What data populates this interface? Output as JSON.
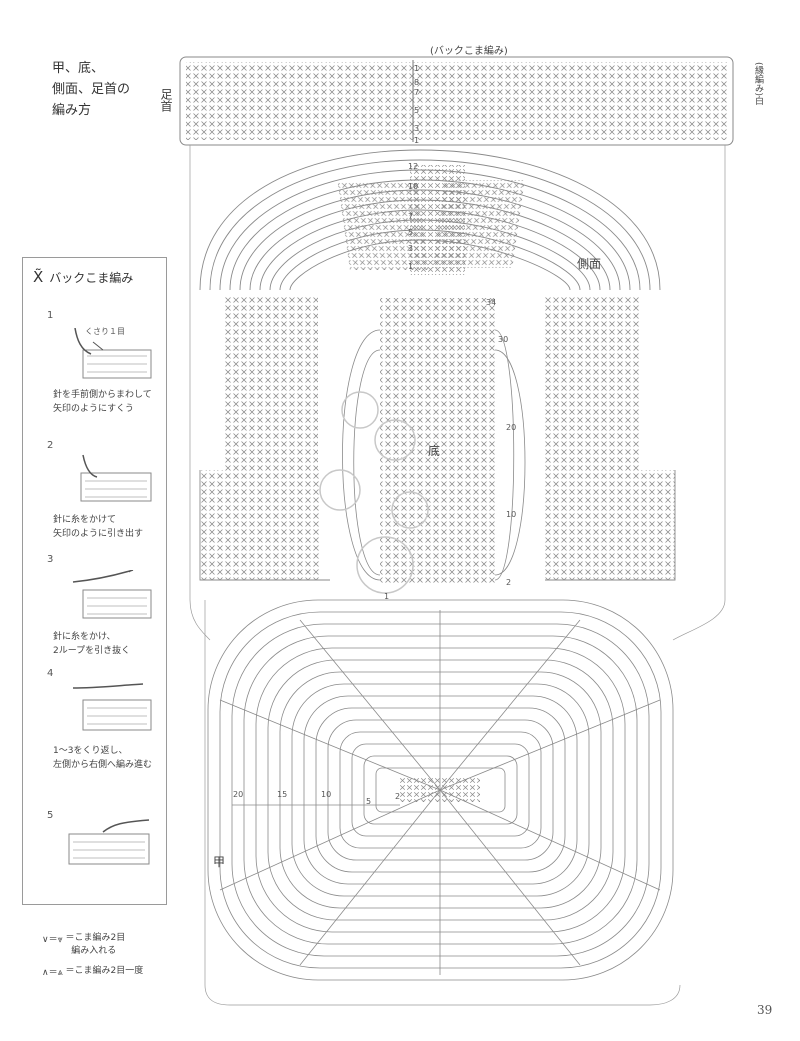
{
  "title": {
    "lines": [
      "甲、底、",
      "側面、足首の",
      "編み方"
    ]
  },
  "labels": {
    "ankle": "足首",
    "back_stitch_top": "(バックこま編み)",
    "edge_right": "(縁編み)白",
    "side": "側面",
    "sole": "底",
    "instep": "甲"
  },
  "row_numbers": {
    "ankle": [
      "1",
      "8",
      "7",
      "5",
      "3",
      "1"
    ],
    "side_center": [
      "12",
      "10",
      "7",
      "5",
      "3",
      "1"
    ],
    "sole_right": [
      "34",
      "30",
      "20",
      "10",
      "2"
    ],
    "sole_bottom": [
      "1"
    ],
    "instep_row": [
      "20",
      "15",
      "10",
      "5",
      "2"
    ]
  },
  "howto": {
    "title": "バックこま編み",
    "symbol": "X̃",
    "steps": [
      {
        "num": "1",
        "caption": "針を手前側からまわして\n矢印のようにすくう",
        "note": "くさり１目"
      },
      {
        "num": "2",
        "caption": "針に糸をかけて\n矢印のように引き出す"
      },
      {
        "num": "3",
        "caption": "針に糸をかけ、\n2ループを引き抜く"
      },
      {
        "num": "4",
        "caption": "1〜3をくり返し、\n左側から右側へ編み進む"
      },
      {
        "num": "5",
        "caption": ""
      }
    ]
  },
  "legend": [
    {
      "symbol": "∨＝⩔",
      "text": "＝こま編み2目\n  編み入れる"
    },
    {
      "symbol": "∧＝⩓",
      "text": "＝こま編み2目一度"
    }
  ],
  "page_number": "39",
  "colors": {
    "line": "#8a8a8a",
    "text": "#333333",
    "box": "#9a9a9a"
  }
}
